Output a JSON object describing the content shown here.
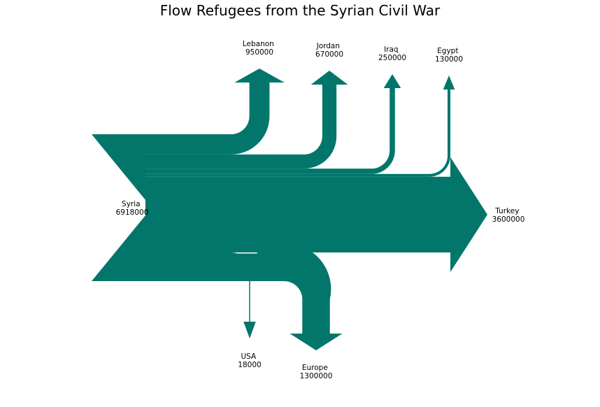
{
  "chart_data": {
    "type": "sankey",
    "title": "Flow Refugees from the Syrian Civil War",
    "color": "#02766b",
    "source": {
      "label": "Syria",
      "value": 6918000
    },
    "flows": [
      {
        "label": "Lebanon",
        "value": 950000,
        "direction": "up"
      },
      {
        "label": "Jordan",
        "value": 670000,
        "direction": "up"
      },
      {
        "label": "Iraq",
        "value": 250000,
        "direction": "up"
      },
      {
        "label": "Egypt",
        "value": 130000,
        "direction": "up"
      },
      {
        "label": "Turkey",
        "value": 3600000,
        "direction": "right"
      },
      {
        "label": "Europe",
        "value": 1300000,
        "direction": "down"
      },
      {
        "label": "USA",
        "value": 18000,
        "direction": "down"
      }
    ]
  }
}
